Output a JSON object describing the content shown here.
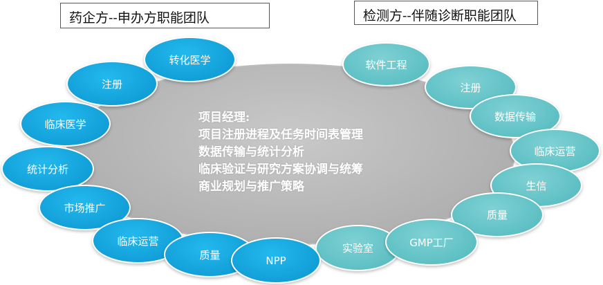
{
  "left_title": "药企方--申办方职能团队",
  "right_title": "检测方--伴随诊断职能团队",
  "center": {
    "heading": "项目经理:",
    "lines": [
      "项目注册进程及任务时间表管理",
      "数据传输与统计分析",
      "临床验证与研究方案协调与统筹",
      "商业规划与推广策略"
    ]
  },
  "left_bubbles": [
    "转化医学",
    "注册",
    "临床医学",
    "统计分析",
    "市场推广",
    "临床运营",
    "质量",
    "NPP"
  ],
  "right_bubbles": [
    "软件工程",
    "注册",
    "数据传输",
    "临床运营",
    "生信",
    "质量",
    "GMP工厂",
    "实验室"
  ],
  "colors": {
    "left_bubble": "#129fd8",
    "right_bubble": "#5ec0c4",
    "center": "#b4b4b4"
  }
}
